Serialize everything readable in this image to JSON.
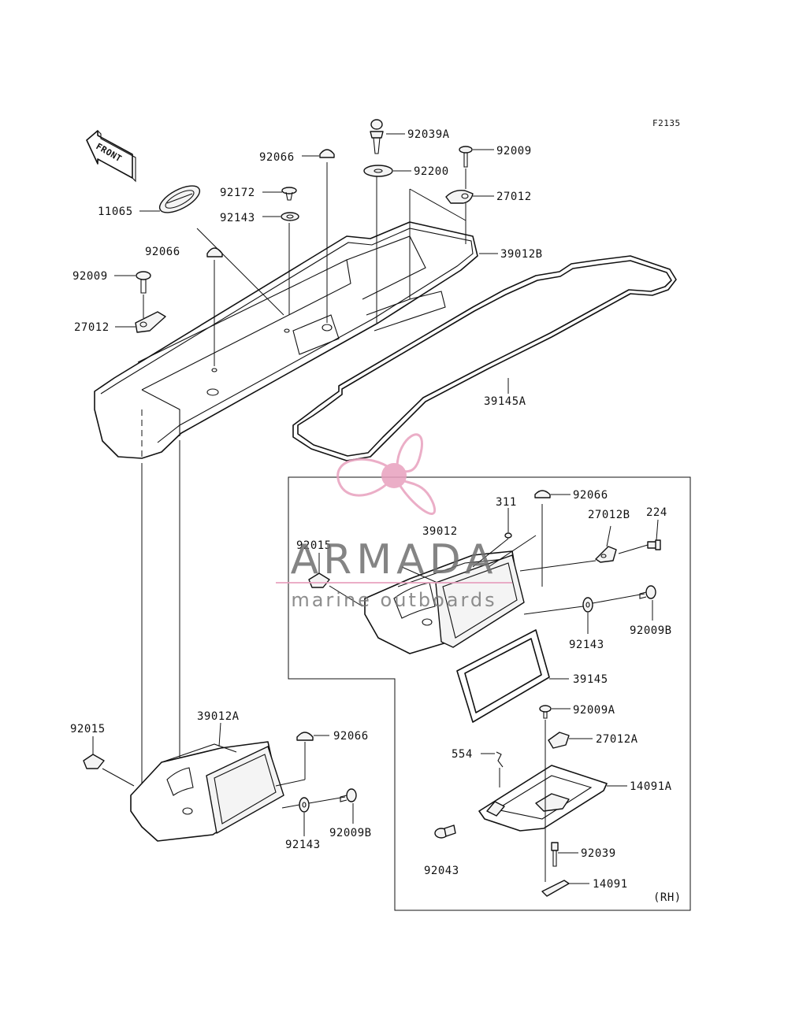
{
  "figure_code": "F2135",
  "front_arrow_text": "FRONT",
  "side_note": "(RH)",
  "watermark": {
    "brand": "ARMADA",
    "tagline": "marine outboards",
    "color": "#e8a0be"
  },
  "labels": {
    "p92039A": "92039A",
    "p92009_top": "92009",
    "p92066_top": "92066",
    "p92200": "92200",
    "p92172": "92172",
    "p27012_top": "27012",
    "p11065": "11065",
    "p92143_top": "92143",
    "p92066_left": "92066",
    "p39012B": "39012B",
    "p92009_left": "92009",
    "p27012_left": "27012",
    "p39145A": "39145A",
    "p92066_box": "92066",
    "p311": "311",
    "p27012B": "27012B",
    "p224": "224",
    "p39012": "39012",
    "p92015_box": "92015",
    "p92009B_box": "92009B",
    "p92143_box": "92143",
    "p39145": "39145",
    "p92009A": "92009A",
    "p27012A": "27012A",
    "p554": "554",
    "p14091A": "14091A",
    "p92039": "92039",
    "p92043": "92043",
    "p14091": "14091",
    "p92015_left": "92015",
    "p39012A": "39012A",
    "p92066_low": "92066",
    "p92143_low": "92143",
    "p92009B_low": "92009B"
  }
}
